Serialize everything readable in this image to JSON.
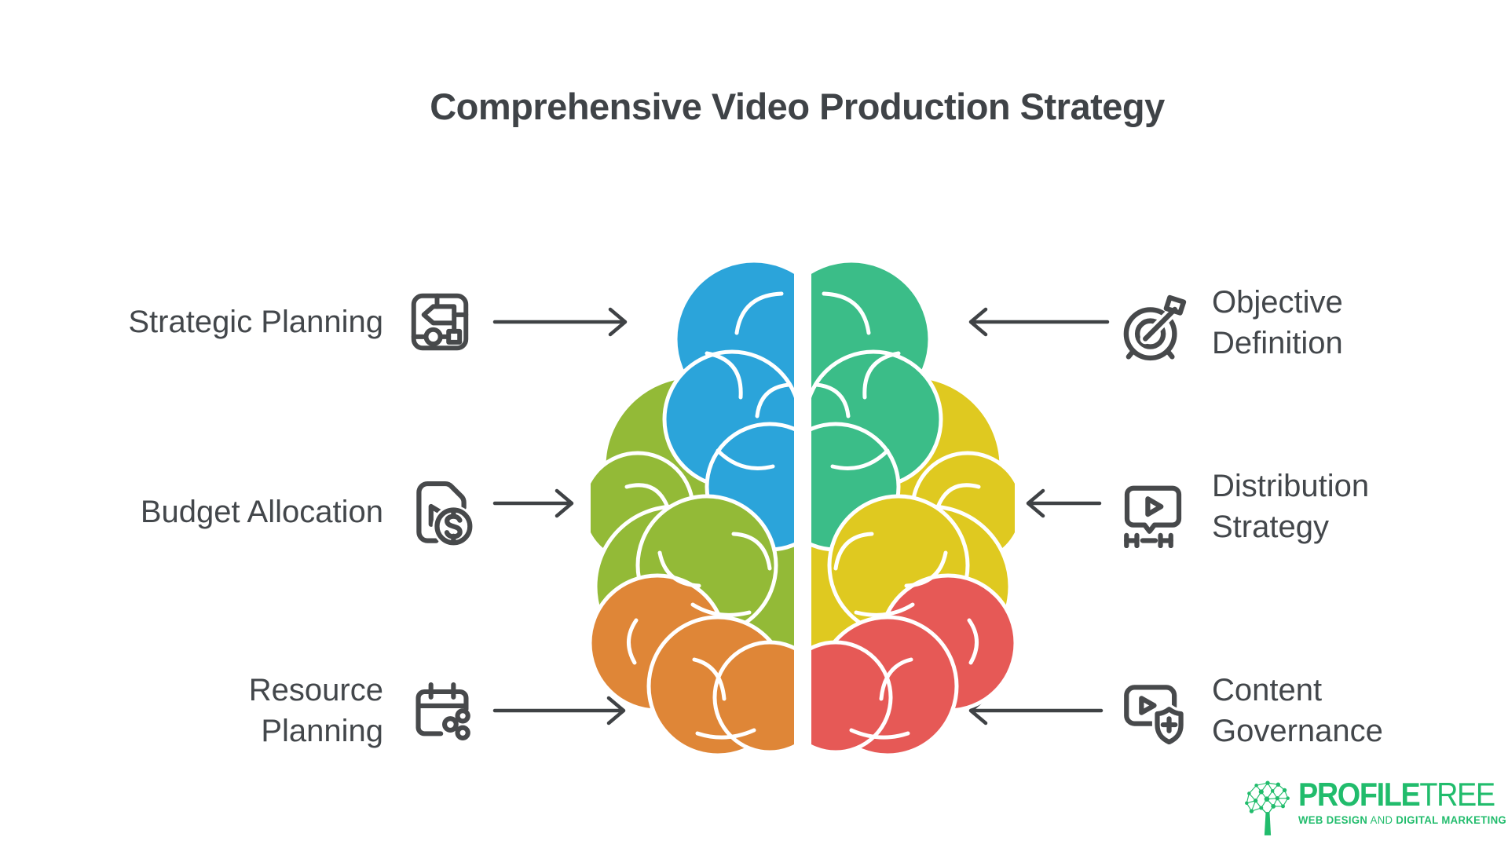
{
  "title": "Comprehensive Video Production Strategy",
  "left_items": [
    {
      "line1": "Strategic Planning",
      "line2": "",
      "icon": "strategy-map-icon"
    },
    {
      "line1": "Budget Allocation",
      "line2": "",
      "icon": "video-file-dollar-icon"
    },
    {
      "line1": "Resource",
      "line2": "Planning",
      "icon": "calendar-share-icon"
    }
  ],
  "right_items": [
    {
      "line1": "Objective",
      "line2": "Definition",
      "icon": "target-arrow-icon"
    },
    {
      "line1": "Distribution",
      "line2": "Strategy",
      "icon": "video-message-timeline-icon"
    },
    {
      "line1": "Content",
      "line2": "Governance",
      "icon": "video-shield-plus-icon"
    }
  ],
  "logo": {
    "brand_primary": "PROFILE",
    "brand_secondary": "TREE",
    "tagline_part1": "WEB DESIGN",
    "tagline_part2": "AND",
    "tagline_part3": "DIGITAL MARKETING"
  },
  "colors": {
    "background": "#ffffff",
    "title_text": "#3f4347",
    "label_text": "#43474b",
    "icon_stroke": "#47494b",
    "arrow": "#3f4245",
    "brain_left_top": "#2ba4da",
    "brain_left_mid": "#93ba37",
    "brain_left_bottom": "#df8637",
    "brain_right_top": "#3bbd88",
    "brain_right_mid": "#dfc920",
    "brain_right_bottom": "#e65956",
    "brand_green": "#21bc6c"
  }
}
